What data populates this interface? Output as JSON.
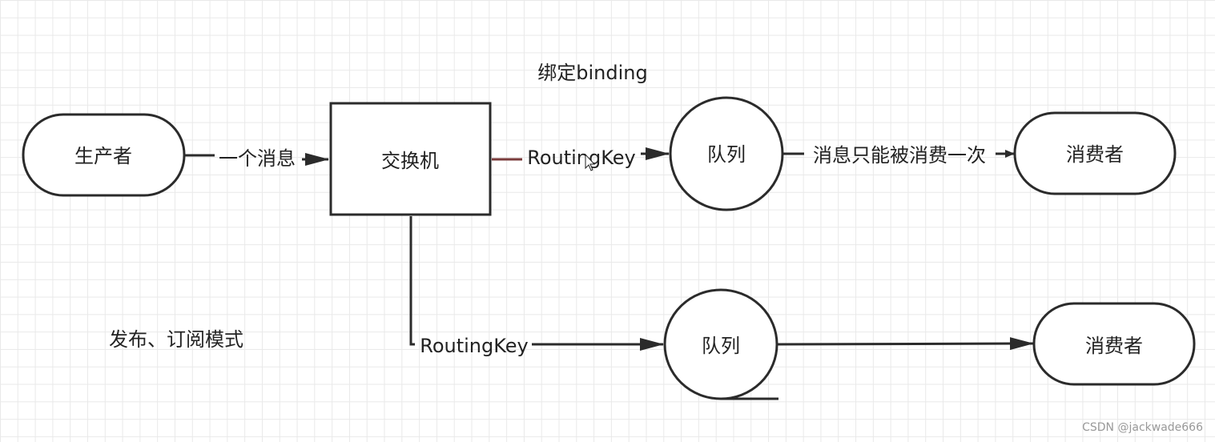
{
  "diagram": {
    "title_note": "绑定binding",
    "mode_label": "发布、订阅模式",
    "watermark": "CSDN @jackwade666",
    "nodes": {
      "producer": "生产者",
      "exchange": "交换机",
      "queue_top": "队列",
      "queue_bottom": "队列",
      "consumer_top": "消费者",
      "consumer_bottom": "消费者"
    },
    "edges": {
      "producer_to_exchange": "一个消息",
      "exchange_to_queue_top": "RoutingKey",
      "queue_top_to_consumer": "消息只能被消费一次",
      "exchange_to_queue_bottom": "RoutingKey"
    },
    "colors": {
      "stroke": "#2b2b2b",
      "text": "#222222",
      "accent_line": "#7a3b3b"
    }
  }
}
